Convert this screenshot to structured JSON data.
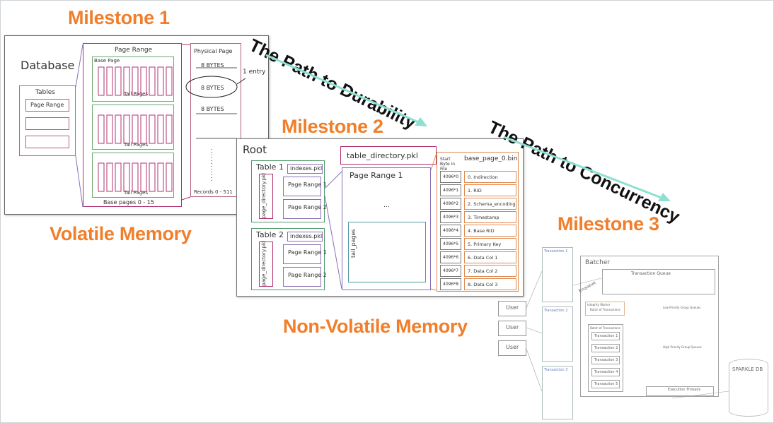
{
  "milestones": {
    "m1": "Milestone 1",
    "m2": "Milestone 2",
    "m3": "Milestone 3"
  },
  "captions": {
    "volatile": "Volatile Memory",
    "nonvolatile": "Non-Volatile Memory",
    "durability": "The Path to Durability",
    "concurrency": "The Path to Concurrency"
  },
  "m1": {
    "database": "Database",
    "tables": "Tables",
    "page_range_small": "Page Range",
    "page_range": "Page Range",
    "base_page": "Base Page",
    "tail_pages": "Tail Pages",
    "base_pages_count": "Base pages 0 - 15",
    "physical_page": "Physical Page",
    "bytes": "8 BYTES",
    "one_entry": "1 entry",
    "records": "Records 0 - 511"
  },
  "m2": {
    "root": "Root",
    "table_directory": "table_directory.pkl",
    "table1": "Table 1",
    "table2": "Table 2",
    "indexes": "indexes.pkl",
    "page_directory": "page_directory.pkl",
    "page_range_1": "Page Range 1",
    "page_range_2": "Page Range 2",
    "page_range_header": "Page Range 1",
    "tail_pages": "tail_pages",
    "base_page_bin": "base_page_0.bin",
    "start_byte": "Start Byte in File",
    "rows": [
      {
        "offset": "4096*0",
        "label": "0. Indirection"
      },
      {
        "offset": "4096*1",
        "label": "1. RID"
      },
      {
        "offset": "4096*2",
        "label": "2. Schema_encoding"
      },
      {
        "offset": "4096*3",
        "label": "3. Timestamp"
      },
      {
        "offset": "4096*4",
        "label": "4. Base RID"
      },
      {
        "offset": "4096*5",
        "label": "5. Primary Key"
      },
      {
        "offset": "4096*6",
        "label": "6. Data Col 1"
      },
      {
        "offset": "4096*7",
        "label": "7. Data Col 2"
      },
      {
        "offset": "4096*8",
        "label": "8. Data Col 3"
      }
    ]
  },
  "m3": {
    "batcher": "Batcher",
    "transaction_queue": "Transaction Queue",
    "enqueue": "Enqueue",
    "user": "User",
    "integrity_worker": "Integrity Worker",
    "batch_of_transactions": "Batch of Transactions",
    "batch_of_transactions_inner": "Batch of Transactions",
    "transactions": [
      "Transaction 1",
      "Transaction 2",
      "Transaction 3",
      "Transaction 4",
      "Transaction 5"
    ],
    "low_priority": "Low Priority Group Queues",
    "high_priority": "High Priority Group Queues",
    "execution_threads": "Execution Threads",
    "sparkle_db": "SPARKLE DB"
  }
}
